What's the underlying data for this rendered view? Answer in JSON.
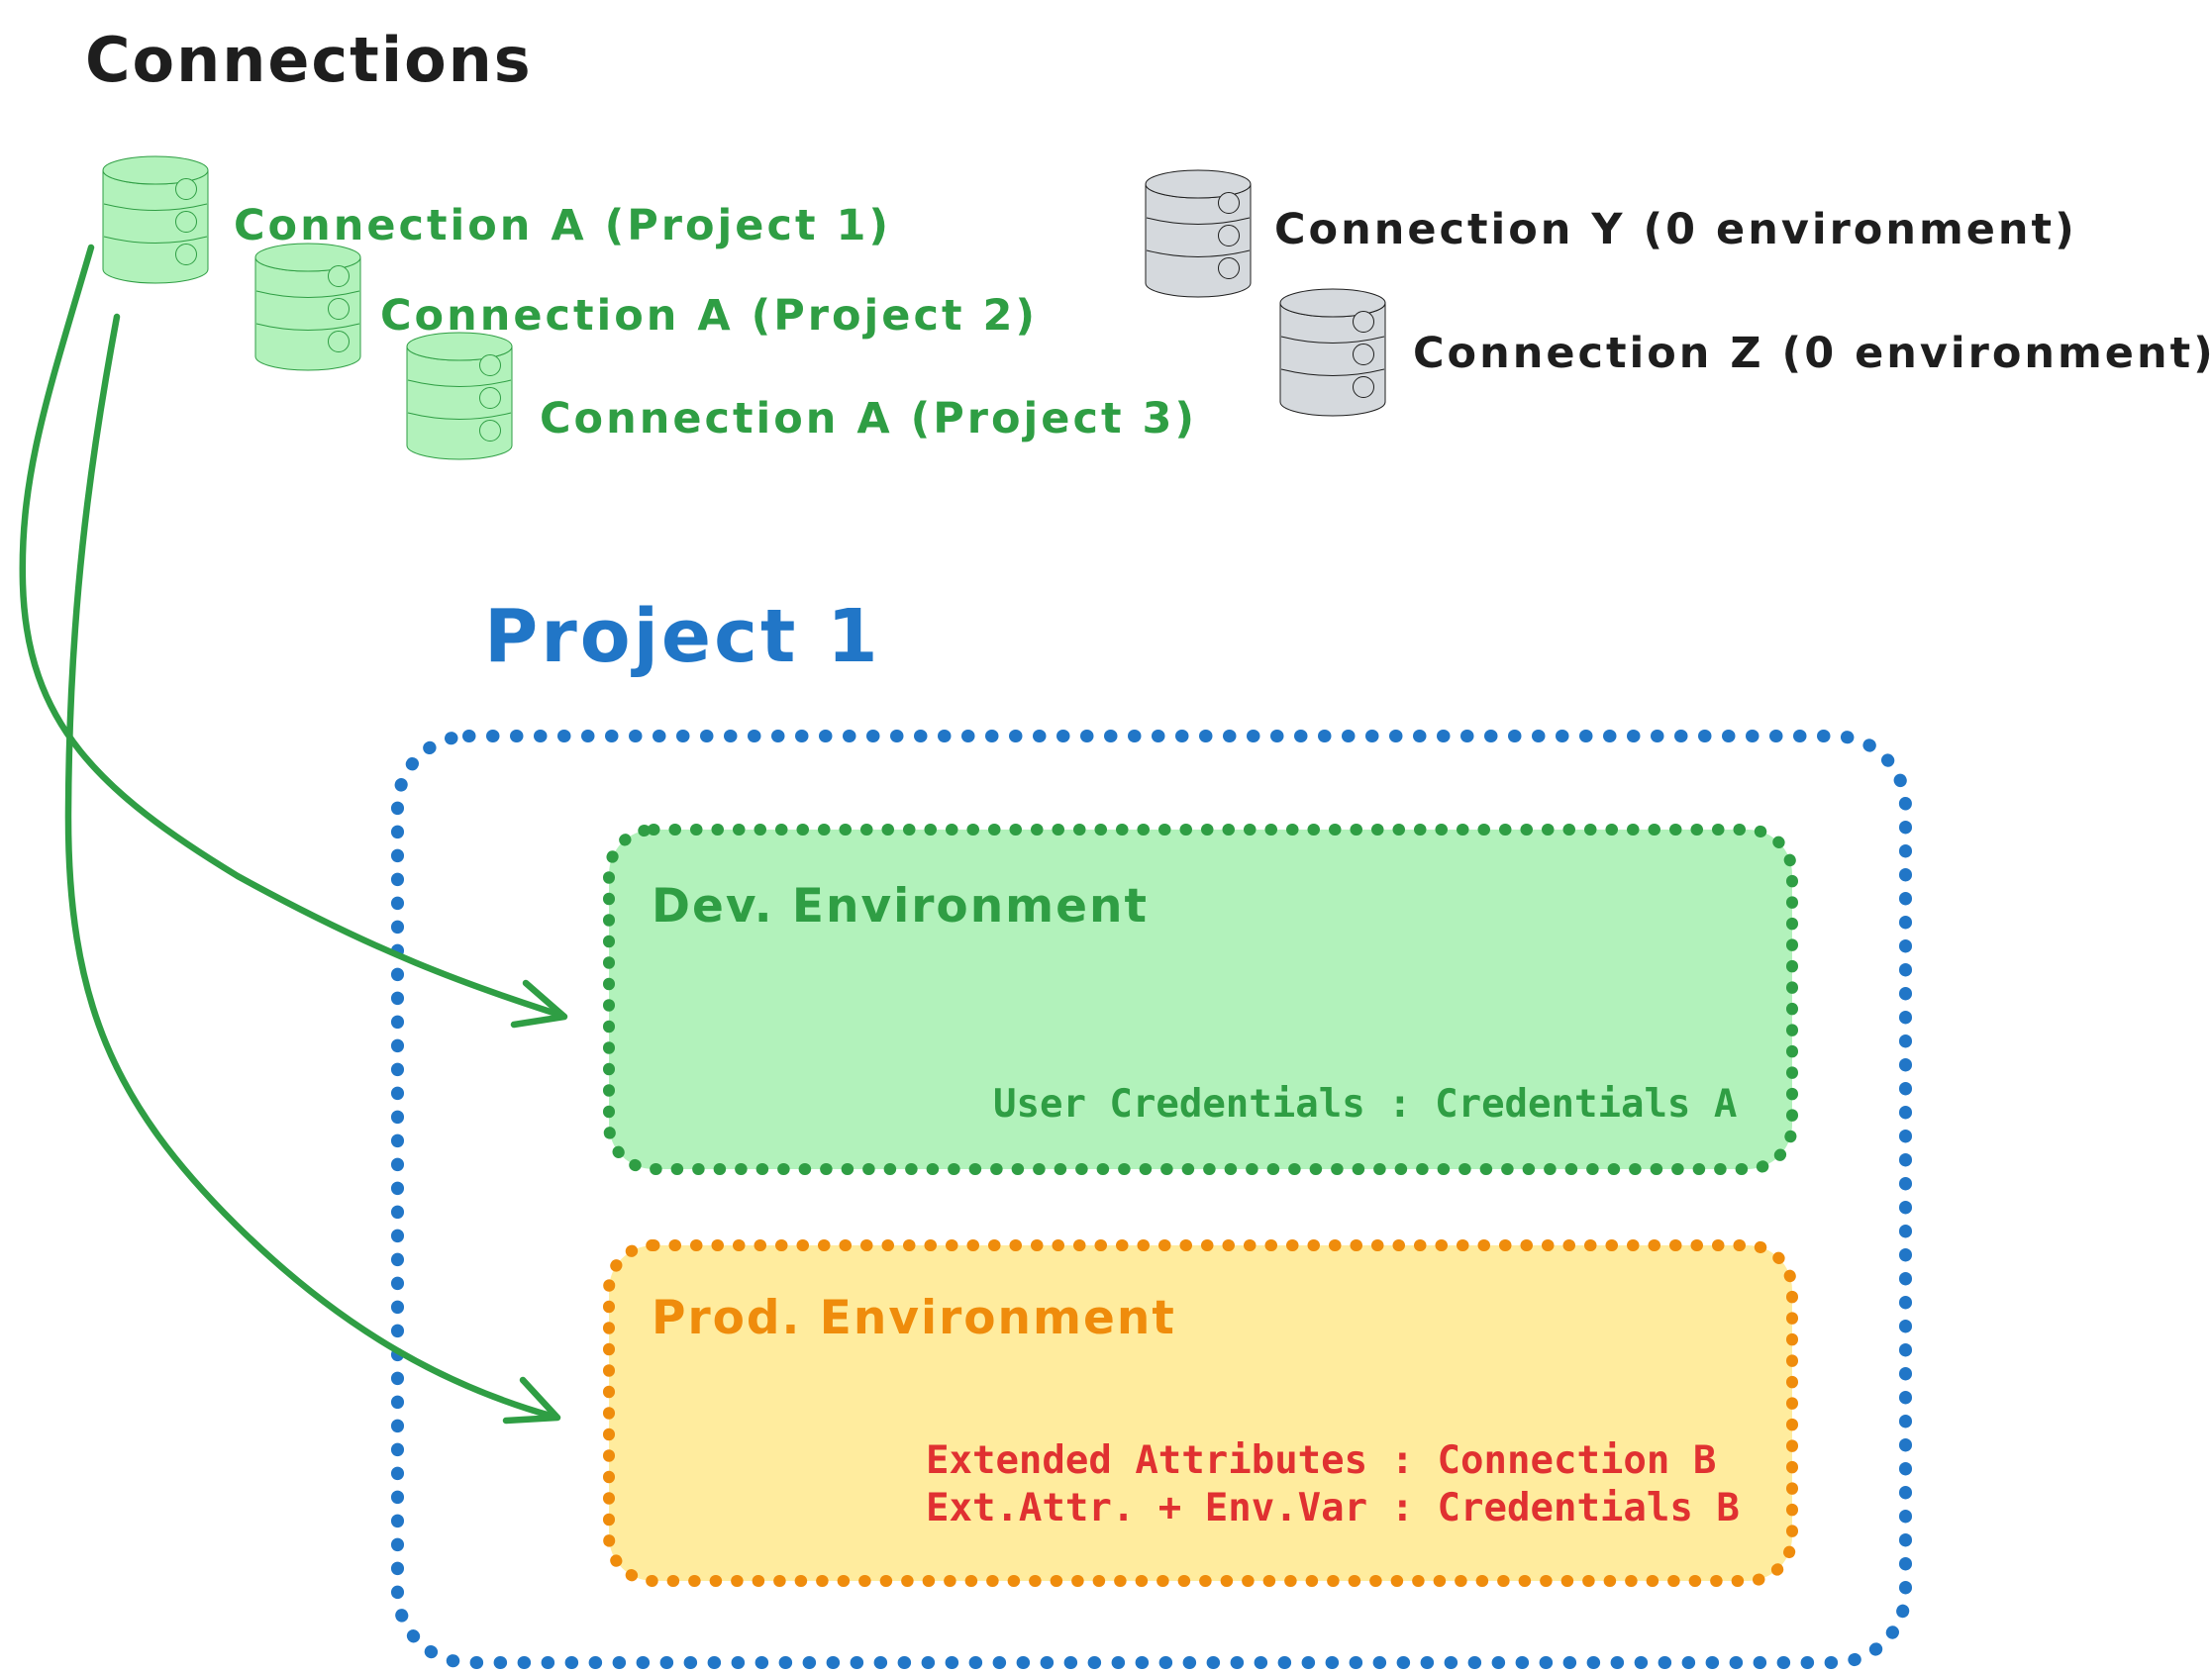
{
  "title": "Connections",
  "colors": {
    "dark": "#1e1e1e",
    "green": "#2f9e44",
    "green_fill": "#b2f2bb",
    "gray_fill": "#d5d9dd",
    "blue": "#2176c7",
    "orange": "#ef8c0c",
    "yellow_fill": "#ffec9e",
    "red": "#e03131"
  },
  "connections": {
    "green": [
      {
        "icon": "database-icon",
        "label": "Connection A (Project 1)"
      },
      {
        "icon": "database-icon",
        "label": "Connection A (Project 2)"
      },
      {
        "icon": "database-icon",
        "label": "Connection A (Project 3)"
      }
    ],
    "gray": [
      {
        "icon": "database-icon",
        "label": "Connection Y (0 environment)"
      },
      {
        "icon": "database-icon",
        "label": "Connection Z (0 environment)"
      }
    ]
  },
  "project": {
    "title": "Project 1",
    "environments": [
      {
        "name": "Dev. Environment",
        "lines": [
          "User Credentials : Credentials A"
        ]
      },
      {
        "name": "Prod. Environment",
        "lines": [
          "Extended Attributes : Connection B",
          "Ext.Attr. + Env.Var : Credentials B"
        ]
      }
    ]
  }
}
